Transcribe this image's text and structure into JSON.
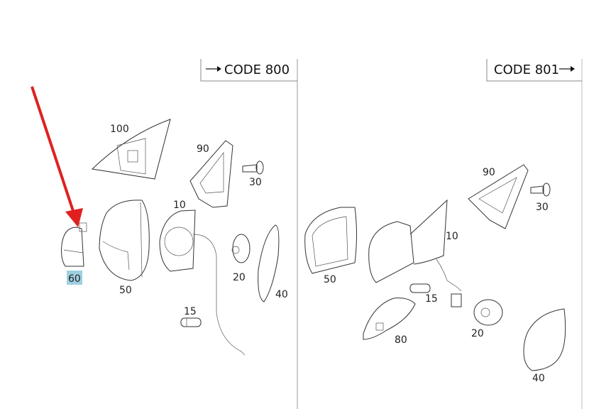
{
  "panels": [
    {
      "code_label": "CODE 800",
      "arrow": "arrow-right-icon"
    },
    {
      "code_label": "CODE 801",
      "arrow": "arrow-right-icon"
    }
  ],
  "left_callouts": {
    "p100": "100",
    "p90": "90",
    "p30": "30",
    "p10": "10",
    "p60": "60",
    "p50": "50",
    "p20": "20",
    "p40": "40",
    "p15": "15"
  },
  "right_callouts": {
    "p90": "90",
    "p30": "30",
    "p10": "10",
    "p50": "50",
    "p15": "15",
    "p80": "80",
    "p20": "20",
    "p40": "40"
  },
  "colors": {
    "highlight": "#9ecfe0",
    "pointer_arrow": "#e02020"
  }
}
